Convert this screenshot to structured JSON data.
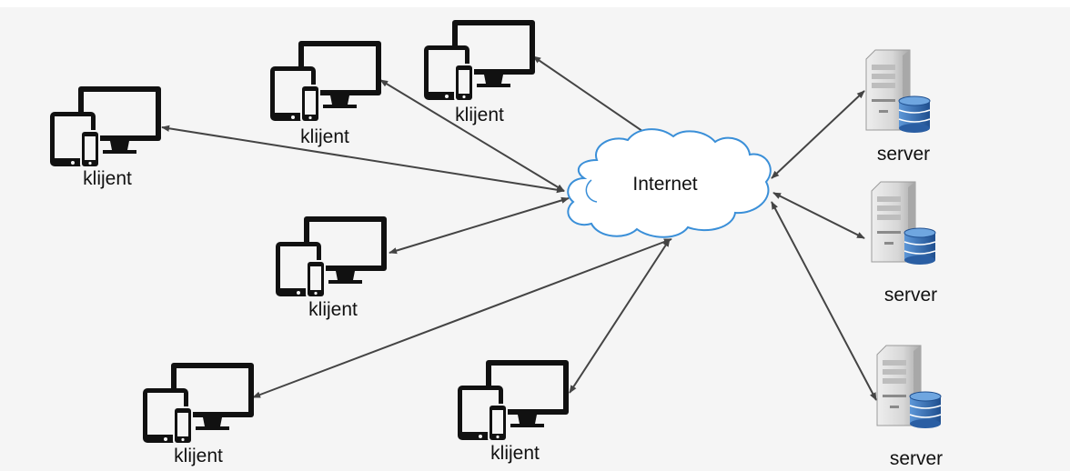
{
  "diagram": {
    "hub": {
      "label": "Internet"
    },
    "clients": [
      {
        "label": "klijent"
      },
      {
        "label": "klijent"
      },
      {
        "label": "klijent"
      },
      {
        "label": "klijent"
      },
      {
        "label": "klijent"
      },
      {
        "label": "klijent"
      }
    ],
    "servers": [
      {
        "label": "server"
      },
      {
        "label": "server"
      },
      {
        "label": "server"
      }
    ],
    "colors": {
      "background": "#f5f5f5",
      "device": "#111111",
      "arrow": "#444444",
      "cloud_fill": "#ffffff",
      "cloud_stroke": "#3a8fd8",
      "server_body": "#d4d4d4",
      "database": "#2e6db5"
    },
    "icons": [
      "devices-icon",
      "cloud-icon",
      "server-icon",
      "database-icon"
    ]
  }
}
